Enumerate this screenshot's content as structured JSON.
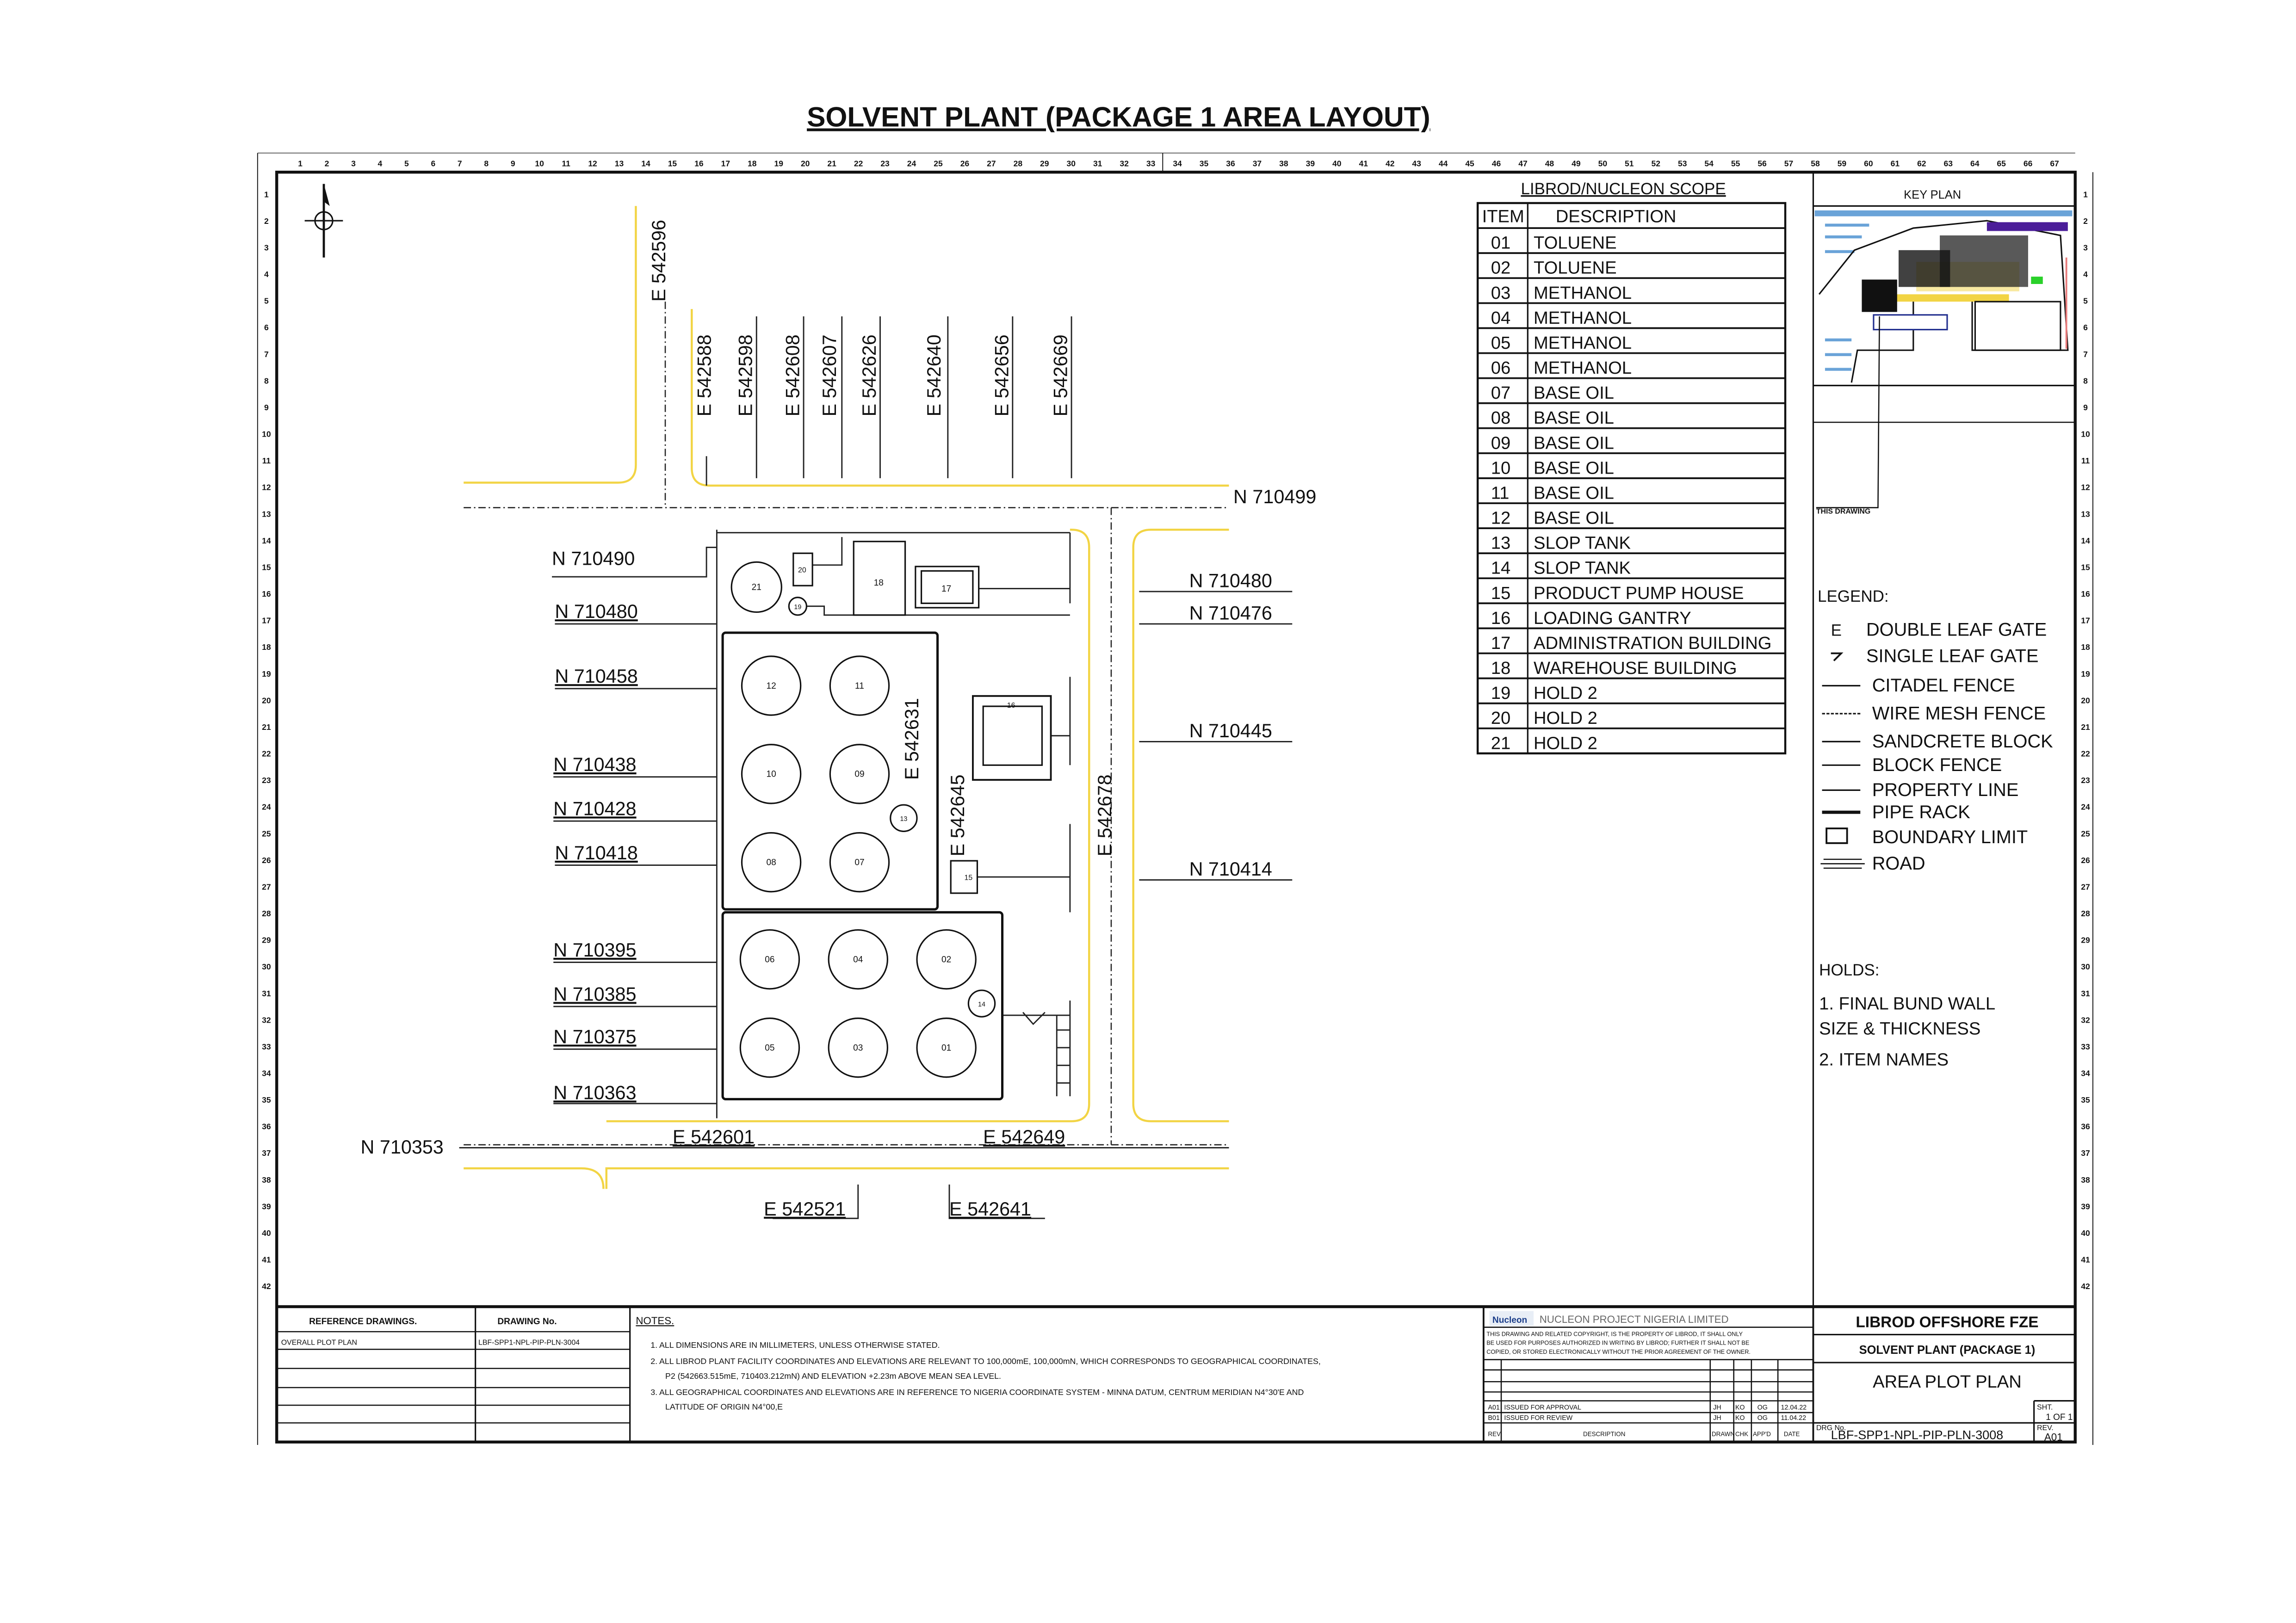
{
  "title": "SOLVENT PLANT (PACKAGE 1 AREA LAYOUT)",
  "ruler": {
    "columns": 67,
    "rows": 42
  },
  "plan": {
    "north_coords": [
      "N 710490",
      "N 710480",
      "N 710458",
      "N 710438",
      "N 710428",
      "N 710418",
      "N 710395",
      "N 710385",
      "N 710375",
      "N 710363",
      "N 710353"
    ],
    "north_coords_right": [
      "N 710499",
      "N 710480",
      "N 710476",
      "N 710445",
      "N 710414"
    ],
    "east_coords_top": [
      "E 542596",
      "E 542588",
      "E 542598",
      "E 542608",
      "E 542607",
      "E 542626",
      "E 542640",
      "E 542656",
      "E 542669"
    ],
    "east_coords_inner": [
      "E 542631",
      "E 542645",
      "E 542678"
    ],
    "east_coords_bottom": [
      "E 542601",
      "E 542649",
      "E 542521",
      "E 542641"
    ],
    "items": [
      "01",
      "02",
      "03",
      "04",
      "05",
      "06",
      "07",
      "08",
      "09",
      "10",
      "11",
      "12",
      "13",
      "14",
      "15",
      "16",
      "17",
      "18",
      "19",
      "20",
      "21"
    ]
  },
  "scope": {
    "title": "LIBROD/NUCLEON   SCOPE",
    "headers": [
      "ITEM",
      "DESCRIPTION"
    ],
    "rows": [
      [
        "01",
        "TOLUENE"
      ],
      [
        "02",
        "TOLUENE"
      ],
      [
        "03",
        "METHANOL"
      ],
      [
        "04",
        "METHANOL"
      ],
      [
        "05",
        "METHANOL"
      ],
      [
        "06",
        "METHANOL"
      ],
      [
        "07",
        "BASE  OIL"
      ],
      [
        "08",
        "BASE  OIL"
      ],
      [
        "09",
        "BASE  OIL"
      ],
      [
        "10",
        "BASE  OIL"
      ],
      [
        "11",
        "BASE  OIL"
      ],
      [
        "12",
        "BASE  OIL"
      ],
      [
        "13",
        "SLOP  TANK"
      ],
      [
        "14",
        "SLOP  TANK"
      ],
      [
        "15",
        "PRODUCT  PUMP  HOUSE"
      ],
      [
        "16",
        "LOADING  GANTRY"
      ],
      [
        "17",
        "ADMINISTRATION  BUILDING"
      ],
      [
        "18",
        "WAREHOUSE  BUILDING"
      ],
      [
        "19",
        "HOLD  2"
      ],
      [
        "20",
        "HOLD  2"
      ],
      [
        "21",
        "HOLD  2"
      ]
    ]
  },
  "key_plan": {
    "title": "KEY PLAN",
    "this_drawing": "THIS DRAWING"
  },
  "legend": {
    "title": "LEGEND:",
    "items": [
      "DOUBLE  LEAF  GATE",
      "SINGLE  LEAF  GATE",
      "CITADEL  FENCE",
      "WIRE  MESH  FENCE",
      "SANDCRETE  BLOCK",
      "BLOCK  FENCE",
      "PROPERTY  LINE",
      "PIPE  RACK",
      "BOUNDARY  LIMIT",
      "ROAD"
    ]
  },
  "holds": {
    "title": "HOLDS:",
    "lines": [
      "1.  FINAL  BUND  WALL",
      "SIZE  &  THICKNESS",
      "2.  ITEM  NAMES"
    ]
  },
  "title_block": {
    "ref_header": "REFERENCE DRAWINGS.",
    "dwg_header": "DRAWING No.",
    "ref_rows": [
      [
        "OVERALL PLOT PLAN",
        "LBF-SPP1-NPL-PIP-PLN-3004"
      ]
    ],
    "notes_title": "NOTES.",
    "notes": [
      "1. ALL DIMENSIONS ARE IN MILLIMETERS, UNLESS OTHERWISE STATED.",
      "2. ALL LIBROD PLANT FACILITY COORDINATES AND ELEVATIONS ARE RELEVANT TO 100,000mE, 100,000mN, WHICH CORRESPONDS TO GEOGRAPHICAL COORDINATES,",
      "P2 (542663.515mE, 710403.212mN) AND ELEVATION +2.23m ABOVE MEAN SEA LEVEL.",
      "3. ALL GEOGRAPHICAL COORDINATES AND ELEVATIONS ARE IN REFERENCE TO NIGERIA COORDINATE SYSTEM - MINNA DATUM, CENTRUM MERIDIAN  N4°30'E AND",
      "LATITUDE OF ORIGIN N4°00,E"
    ],
    "consultant": "NUCLEON PROJECT NIGERIA LIMITED",
    "consultant_logo": "Nucleon",
    "disclaimer": [
      "THIS DRAWING AND RELATED COPYRIGHT, IS THE PROPERTY OF LIBROD, IT SHALL ONLY",
      "BE USED FOR PURPOSES AUTHORIZED IN WRITING BY LIBROD; FURTHER IT SHALL NOT BE",
      "COPIED, OR STORED ELECTRONICALLY WITHOUT THE PRIOR AGREEMENT OF THE OWNER."
    ],
    "revisions": [
      [
        "A01",
        "ISSUED  FOR  APPROVAL",
        "JH",
        "KO",
        "OG",
        "12.04.22"
      ],
      [
        "B01",
        "ISSUED  FOR  REVIEW",
        "JH",
        "KO",
        "OG",
        "11.04.22"
      ]
    ],
    "rev_headers": [
      "REV",
      "DESCRIPTION",
      "DRAWN",
      "CHK",
      "APP'D",
      "DATE"
    ],
    "client": "LIBROD OFFSHORE FZE",
    "project": "SOLVENT PLANT (PACKAGE 1)",
    "drawing_title": "AREA  PLOT  PLAN",
    "sheet_label": "SHT.",
    "sheet": "1 OF 1",
    "dwg_no_label": "DRG No.",
    "dwg_no": "LBF-SPP1-NPL-PIP-PLN-3008",
    "rev_label": "REV.",
    "rev": "A01"
  },
  "colors": {
    "road": "#f2d444",
    "line": "#111111"
  }
}
